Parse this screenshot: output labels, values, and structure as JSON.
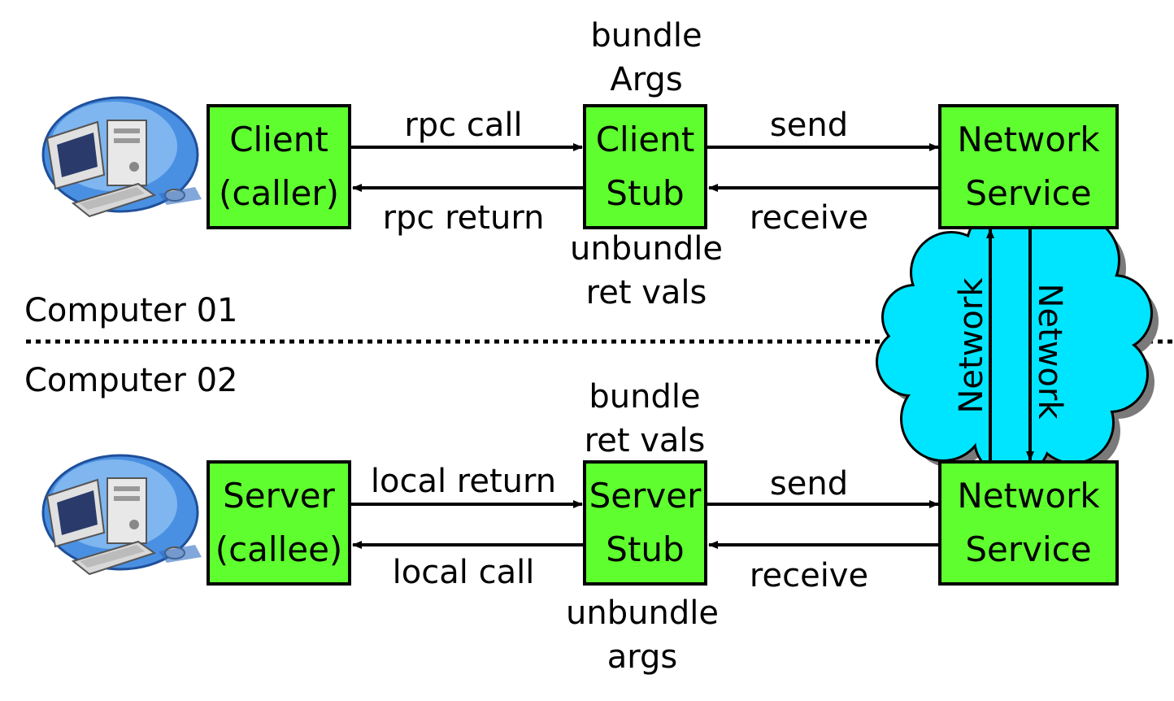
{
  "colors": {
    "box_fill": "#5fff2f",
    "cloud_fill": "#00e5ff",
    "cloud_shadow": "#7a7a7a"
  },
  "computer_labels": {
    "top": "Computer 01",
    "bottom": "Computer 02"
  },
  "top_row": {
    "client_box": {
      "line1": "Client",
      "line2": "(caller)"
    },
    "client_stub_box": {
      "line1": "Client",
      "line2": "Stub"
    },
    "network_box": {
      "line1": "Network",
      "line2": "Service"
    },
    "rpc_call": "rpc call",
    "rpc_return": "rpc return",
    "send": "send",
    "receive": "receive",
    "bundle_line1": "bundle",
    "bundle_line2": "Args",
    "unbundle_line1": "unbundle",
    "unbundle_line2": "ret vals"
  },
  "bottom_row": {
    "server_box": {
      "line1": "Server",
      "line2": "(callee)"
    },
    "server_stub_box": {
      "line1": "Server",
      "line2": "Stub"
    },
    "network_box": {
      "line1": "Network",
      "line2": "Service"
    },
    "local_return": "local return",
    "local_call": "local call",
    "send": "send",
    "receive": "receive",
    "bundle_line1": "bundle",
    "bundle_line2": "ret vals",
    "unbundle_line1": "unbundle",
    "unbundle_line2": "args"
  },
  "network_cloud": {
    "label_up": "Network",
    "label_down": "Network"
  },
  "icons": [
    "computer-icon"
  ]
}
